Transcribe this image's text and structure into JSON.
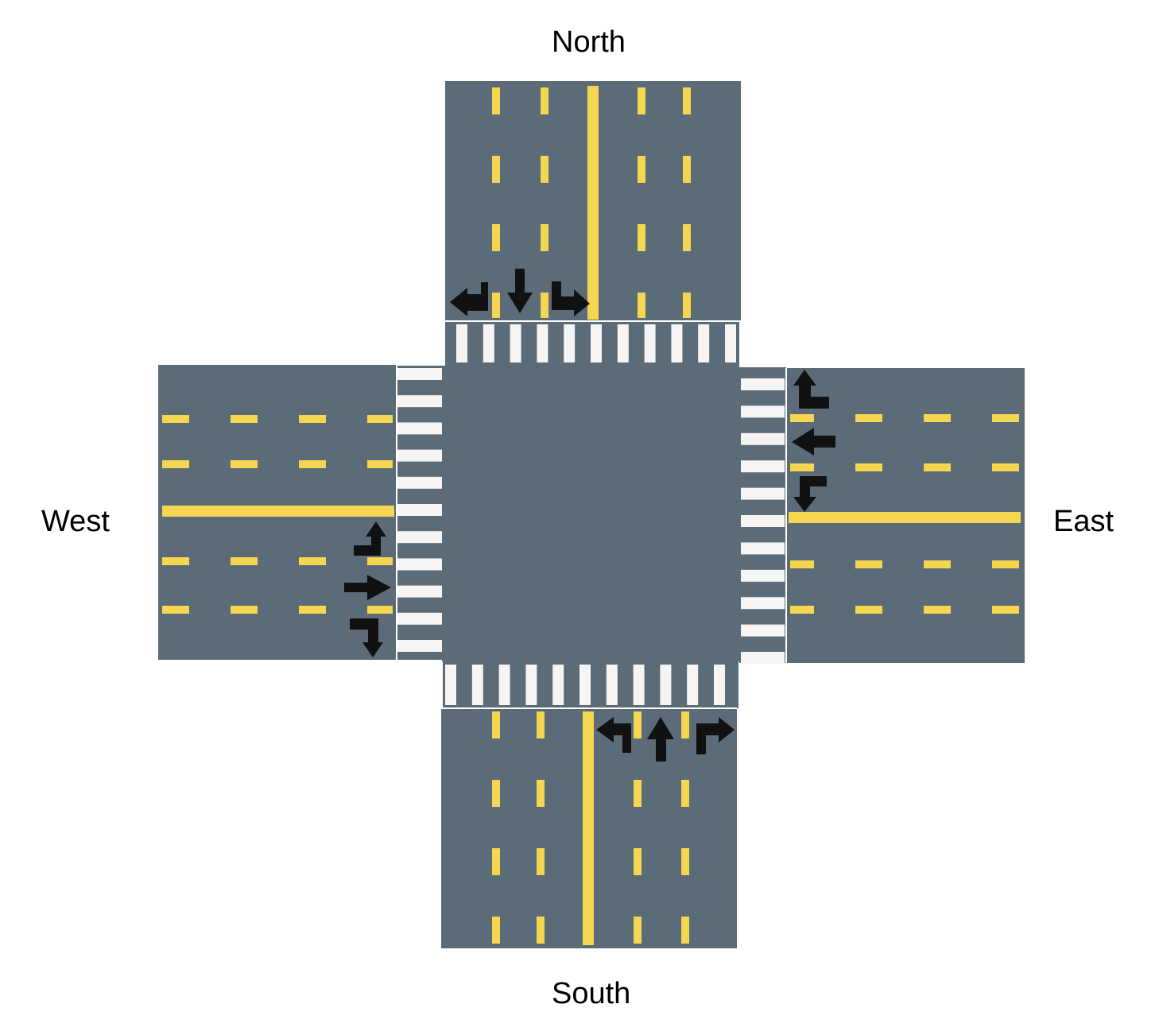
{
  "labels": {
    "north": "North",
    "south": "South",
    "west": "West",
    "east": "East"
  },
  "colors": {
    "road": "#5b6b78",
    "marking": "#f5d650",
    "crosswalk": "#f7f4f4",
    "arrow": "#111111",
    "background": "#ffffff"
  },
  "approaches": [
    {
      "direction": "north",
      "turn_arrows": [
        "right-turn-arrow",
        "through-arrow",
        "left-turn-arrow"
      ]
    },
    {
      "direction": "south",
      "turn_arrows": [
        "left-turn-arrow",
        "through-arrow",
        "right-turn-arrow"
      ]
    },
    {
      "direction": "west",
      "turn_arrows": [
        "left-turn-arrow",
        "through-arrow",
        "right-turn-arrow"
      ]
    },
    {
      "direction": "east",
      "turn_arrows": [
        "right-turn-arrow",
        "through-arrow",
        "left-turn-arrow"
      ]
    }
  ]
}
